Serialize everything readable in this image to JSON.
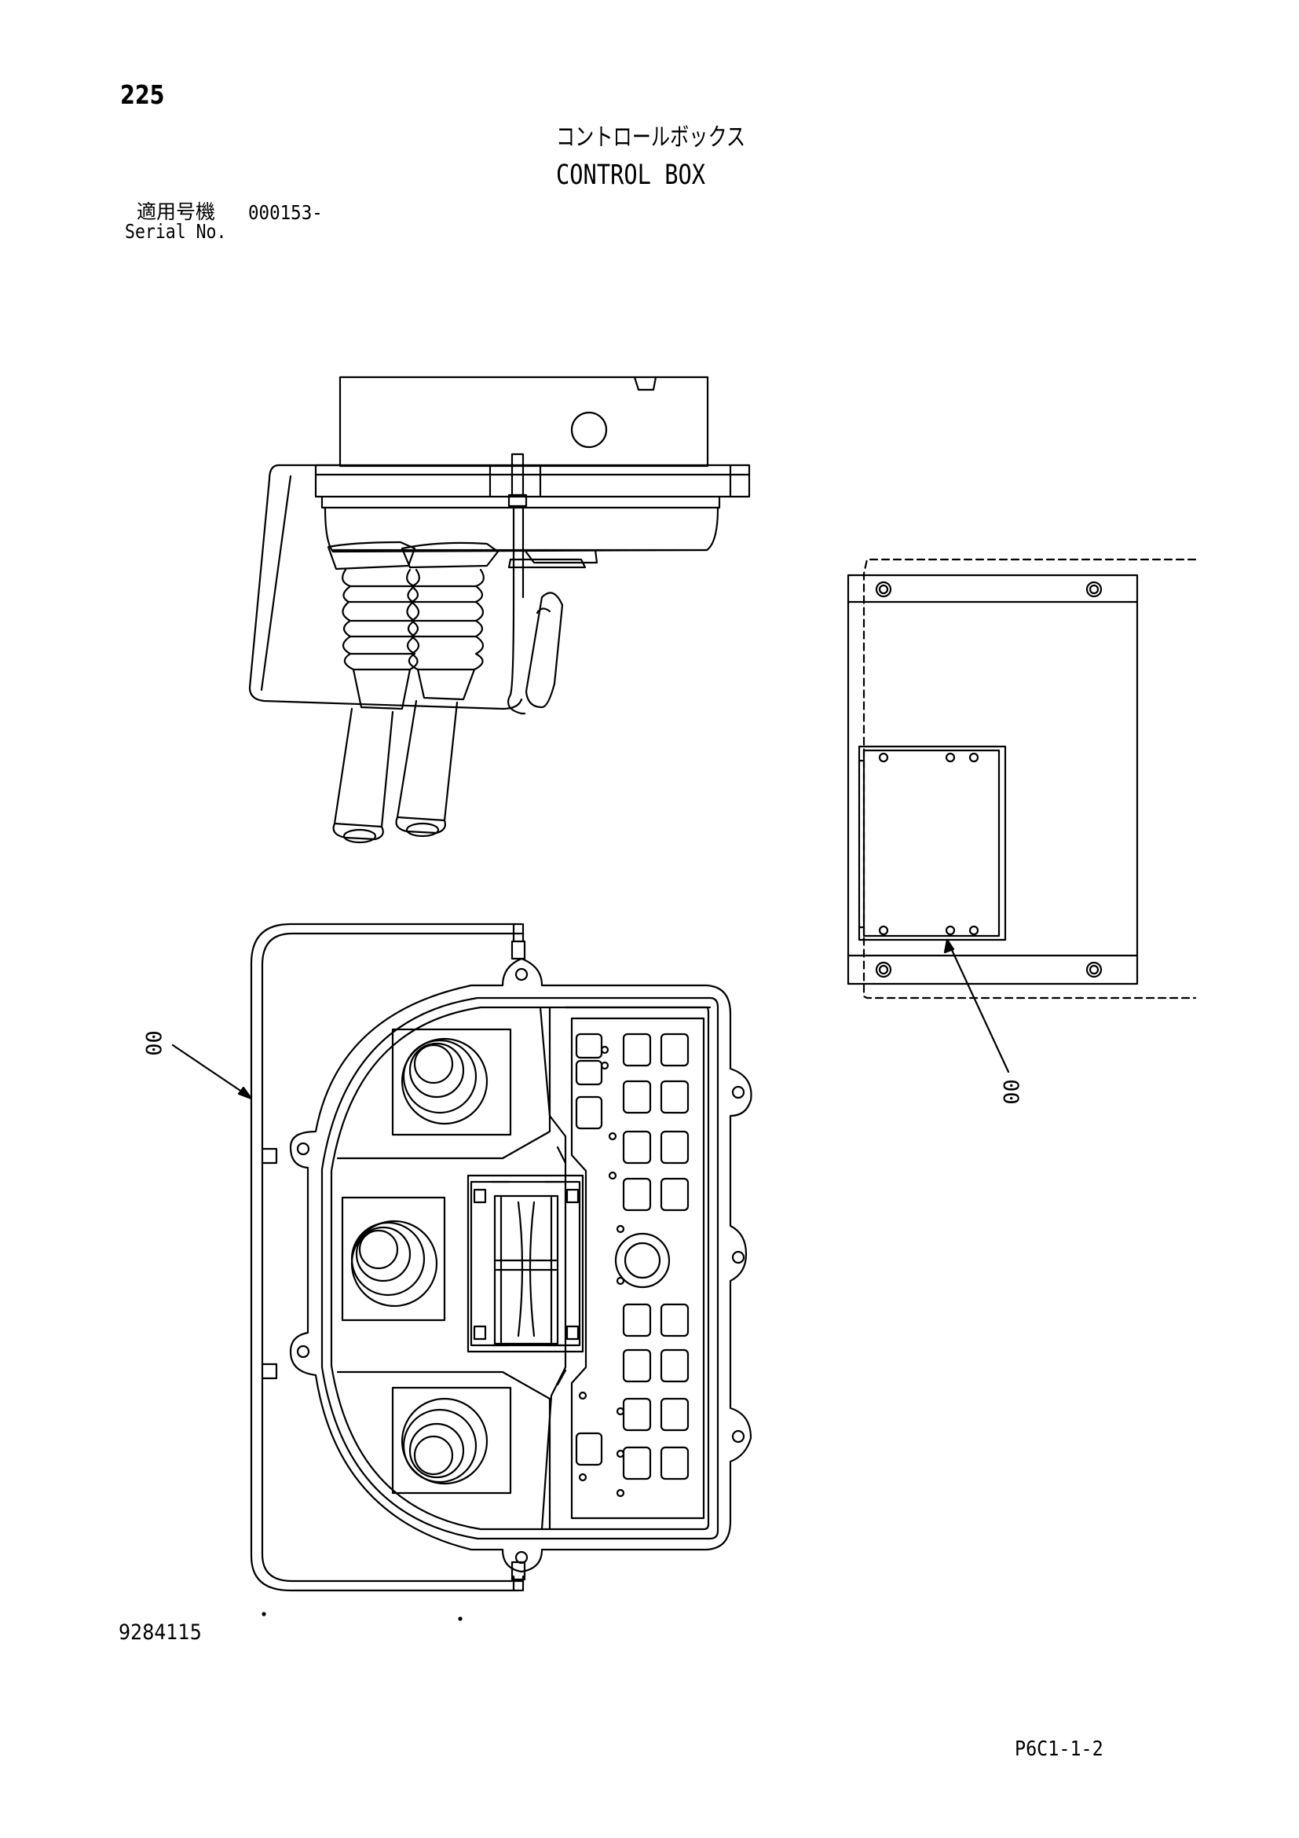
{
  "header": {
    "page_number": "225",
    "title_japanese": "コントロールボックス",
    "title_english": "CONTROL BOX"
  },
  "applicability": {
    "label_japanese": "適用号機",
    "serial_value": "000153-",
    "label_english": "Serial No."
  },
  "callouts": {
    "left": "00",
    "right": "00"
  },
  "footer": {
    "document_number": "9284115",
    "sheet_reference": "P6C1-1-2"
  }
}
